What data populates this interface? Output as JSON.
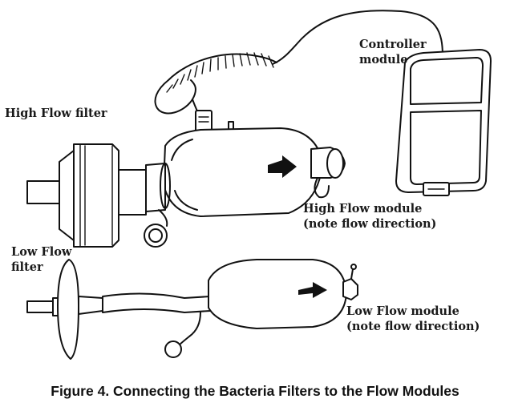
{
  "labels": {
    "controller": [
      "Controller",
      "module"
    ],
    "high_flow_filter": "High Flow filter",
    "high_flow_module": [
      "High Flow module",
      "(note flow direction)"
    ],
    "low_flow_filter": [
      "Low Flow",
      "filter"
    ],
    "low_flow_module": [
      "Low Flow module",
      "(note flow direction)"
    ]
  },
  "caption": "Figure 4. Connecting the Bacteria Filters to the Flow Modules"
}
